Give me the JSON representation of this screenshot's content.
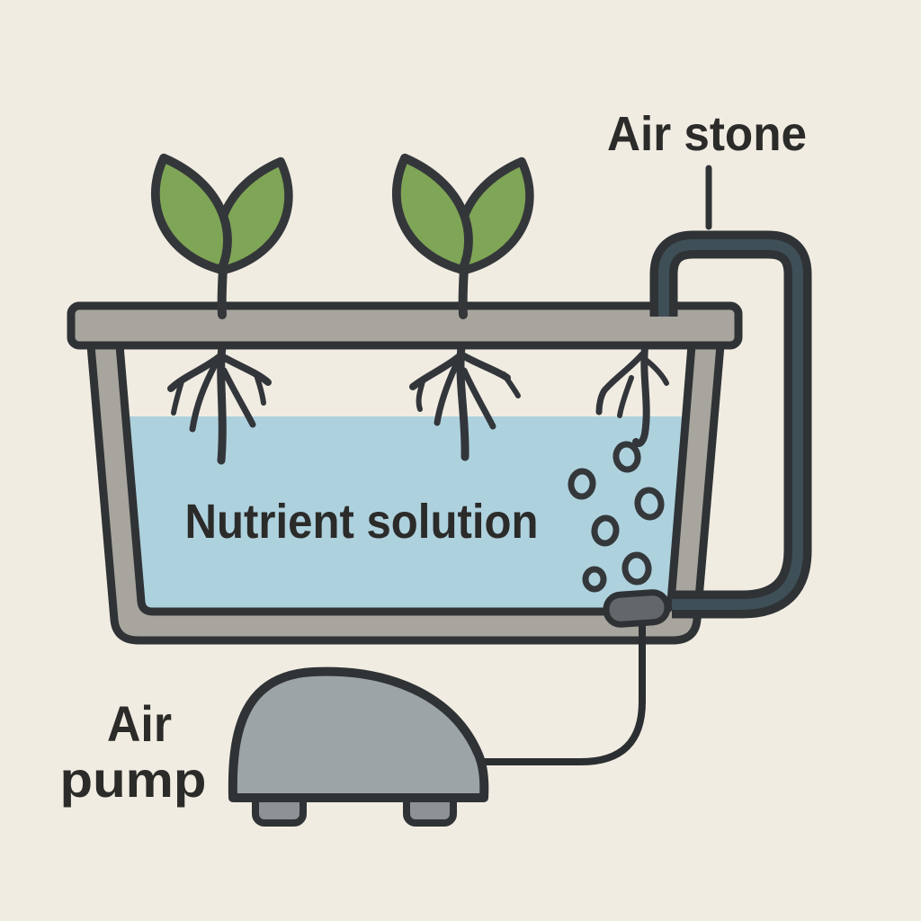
{
  "diagram": {
    "labels": {
      "air_stone": "Air stone",
      "nutrient_solution": "Nutrient solution",
      "air_pump_line1": "Air",
      "air_pump_line2": "pump"
    },
    "components": [
      "seedling-icon-left",
      "seedling-icon-right",
      "roots-icon",
      "tank-lid",
      "tank-body",
      "nutrient-solution-water",
      "air-bubbles",
      "air-stone-icon",
      "air-tube",
      "pump-tube",
      "air-pump-icon"
    ],
    "colors": {
      "background": "#f1ece2",
      "outline": "#2f3335",
      "water": "#aed1de",
      "leaf_green": "#7fa556",
      "container_gray": "#a8a59e",
      "pump_gray": "#9da4a7",
      "pump_feet_gray": "#8d9294",
      "air_stone_gray": "#63676a",
      "tube_core_teal": "#3f4f57",
      "text": "#2b2b29"
    }
  }
}
